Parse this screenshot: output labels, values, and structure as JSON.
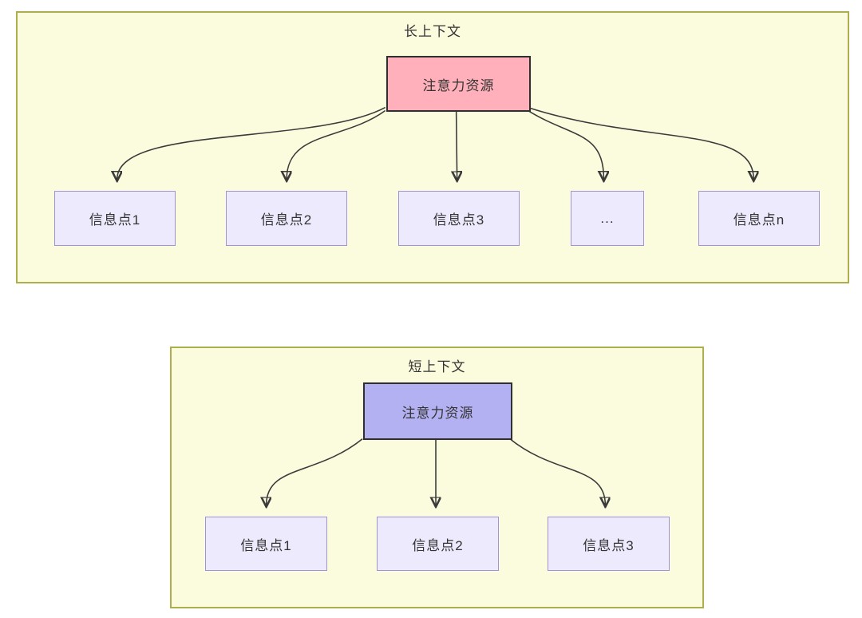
{
  "page": {
    "background_color": "#ffffff"
  },
  "diagrams": [
    {
      "id": "long-context",
      "title": "长上下文",
      "attention": {
        "label": "注意力资源",
        "fill_color": "#ffb0ba",
        "border_color": "#2f2f2f"
      },
      "nodes": [
        {
          "label": "信息点1"
        },
        {
          "label": "信息点2"
        },
        {
          "label": "信息点3"
        },
        {
          "label": "..."
        },
        {
          "label": "信息点n"
        }
      ],
      "panel_fill_color": "#fbfbdd",
      "panel_border_color": "#aeae4e"
    },
    {
      "id": "short-context",
      "title": "短上下文",
      "attention": {
        "label": "注意力资源",
        "fill_color": "#b4b1f2",
        "border_color": "#2f2f2f"
      },
      "nodes": [
        {
          "label": "信息点1"
        },
        {
          "label": "信息点2"
        },
        {
          "label": "信息点3"
        }
      ],
      "panel_fill_color": "#fbfbdd",
      "panel_border_color": "#aeae4e"
    }
  ],
  "colors": {
    "node_fill": "#eceafc",
    "node_border": "#a193d9",
    "arrow": "#3a3a3a",
    "text": "#333333"
  }
}
